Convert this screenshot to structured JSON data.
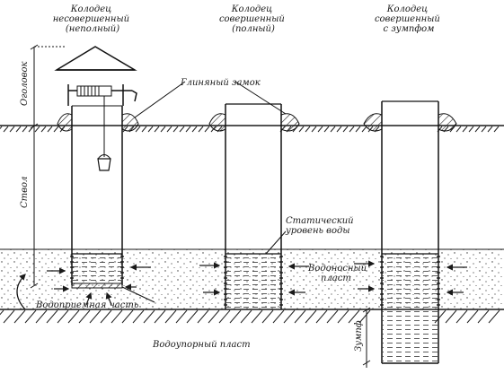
{
  "wells": [
    {
      "title_lines": [
        "Колодец",
        "несовершенный",
        "(неполный)"
      ]
    },
    {
      "title_lines": [
        "Колодец",
        "совершенный",
        "(полный)"
      ]
    },
    {
      "title_lines": [
        "Колодец",
        "совершенный",
        "с зумпфом"
      ]
    }
  ],
  "labels": {
    "clay_lock": "Глиняный замок",
    "static_level_1": "Статический",
    "static_level_2": "уровень воды",
    "aquifer_1": "Водоносный",
    "aquifer_2": "пласт",
    "intake": "Водоприемная часть",
    "aquitard": "Водоупорный пласт",
    "head": "Оголовок",
    "shaft": "Ствол",
    "sump": "Зумпф"
  },
  "colors": {
    "ink": "#1a1a1a",
    "water_lines": "#333333",
    "background": "#ffffff"
  }
}
